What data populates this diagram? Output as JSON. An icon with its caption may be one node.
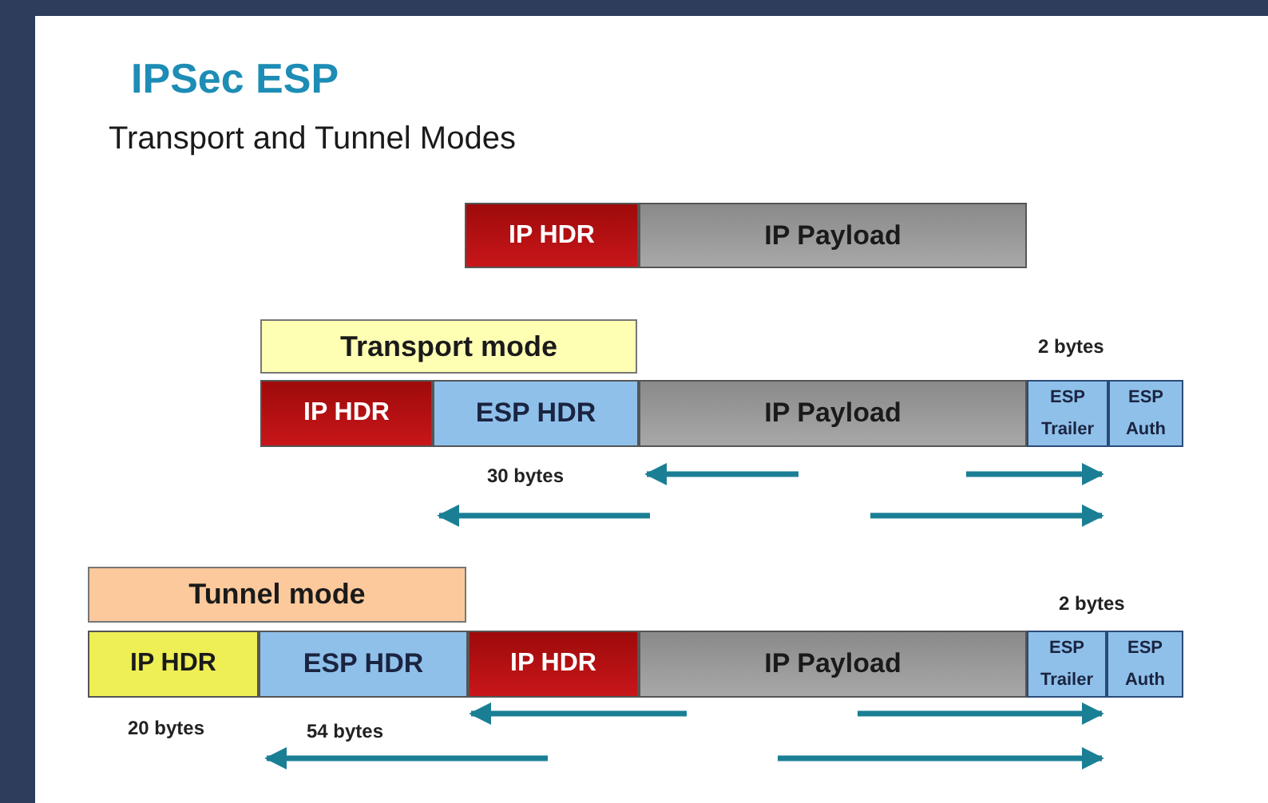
{
  "diagram": {
    "title": "IPSec ESP",
    "nodes": [
      {
        "text": [
          "IP HDR"
        ]
      },
      {
        "text": [
          "IP Payload"
        ]
      },
      {
        "text": [
          "Transport mode"
        ]
      },
      {
        "text": [
          "IP HDR"
        ]
      },
      {
        "text": [
          "ESP HDR"
        ]
      },
      {
        "text": [
          "IP Payload"
        ]
      },
      {
        "text": [
          "ESP Trailer"
        ]
      },
      {
        "text": [
          "ESP Auth"
        ]
      },
      {
        "text": [
          "Tunnel mode"
        ]
      },
      {
        "text": [
          "IP HDR"
        ]
      },
      {
        "text": [
          "ESP HDR"
        ]
      },
      {
        "text": [
          "IP HDR"
        ]
      },
      {
        "text": [
          "IP Payload"
        ]
      },
      {
        "text": [
          "ESP Trailer"
        ]
      },
      {
        "text": [
          "ESP Auth"
        ]
      }
    ],
    "labels": [
      "Transport and Tunnel Modes",
      "2 bytes",
      "30 bytes",
      "2 bytes",
      "20 bytes",
      "54 bytes"
    ]
  }
}
